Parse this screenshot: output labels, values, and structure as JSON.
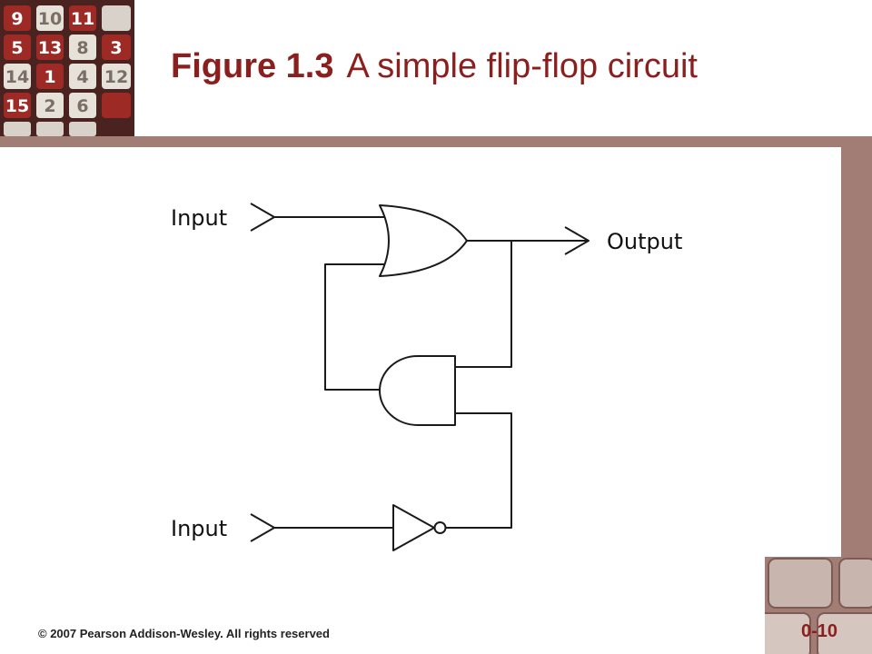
{
  "slide": {
    "title_number": "Figure 1.3",
    "title_text": "A simple flip-flop circuit",
    "copyright": "© 2007 Pearson Addison-Wesley. All rights reserved",
    "page_number": "0-10"
  },
  "logo_tiles": [
    "9",
    "10",
    "11",
    "5",
    "13",
    "8",
    "3",
    "14",
    "1",
    "4",
    "12",
    "15",
    "2",
    "6"
  ],
  "diagram": {
    "labels": {
      "input_top": "Input",
      "input_bottom": "Input",
      "output": "Output"
    },
    "gates": [
      "or-gate",
      "and-gate",
      "not-gate"
    ]
  },
  "colors": {
    "title": "#8b1f1d",
    "band": "#a17d76",
    "tile_red": "#9e2a25",
    "tile_white": "#e6e2da",
    "wire": "#1a1a1a"
  }
}
